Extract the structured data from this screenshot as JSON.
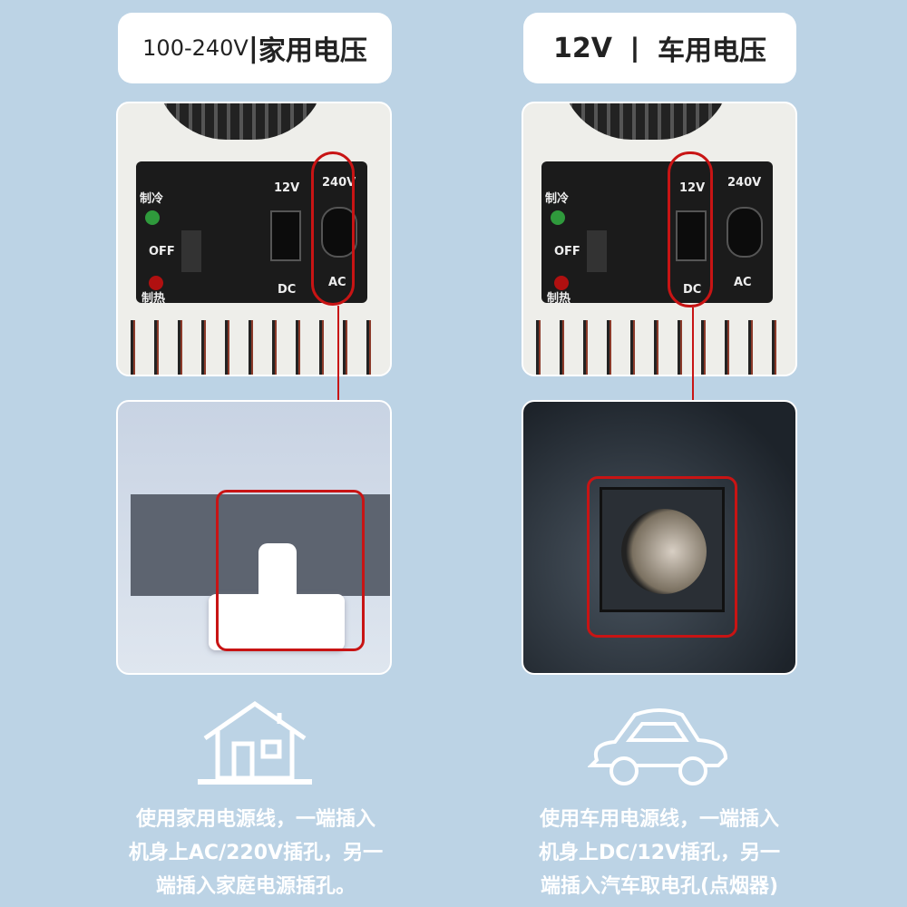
{
  "left": {
    "title_voltage": "100-240V",
    "title_sep": "|",
    "title_label": "家用电压",
    "panel": {
      "cool": "制冷",
      "off": "OFF",
      "heat": "制热",
      "dc_volt": "12V",
      "dc": "DC",
      "ac_volt": "240V",
      "ac": "AC"
    },
    "icon": "house-icon",
    "desc": [
      "使用家用电源线，一端插入",
      "机身上AC/220V插孔，另一",
      "端插入家庭电源插孔。"
    ]
  },
  "right": {
    "title_voltage": "12V",
    "title_sep": "丨",
    "title_label": "车用电压",
    "panel": {
      "cool": "制冷",
      "off": "OFF",
      "heat": "制热",
      "dc_volt": "12V",
      "dc": "DC",
      "ac_volt": "240V",
      "ac": "AC"
    },
    "icon": "car-icon",
    "desc": [
      "使用车用电源线，一端插入",
      "机身上DC/12V插孔，另一",
      "端插入汽车取电孔(点烟器)"
    ]
  },
  "colors": {
    "background": "#bcd3e5",
    "highlight": "#c81414"
  }
}
